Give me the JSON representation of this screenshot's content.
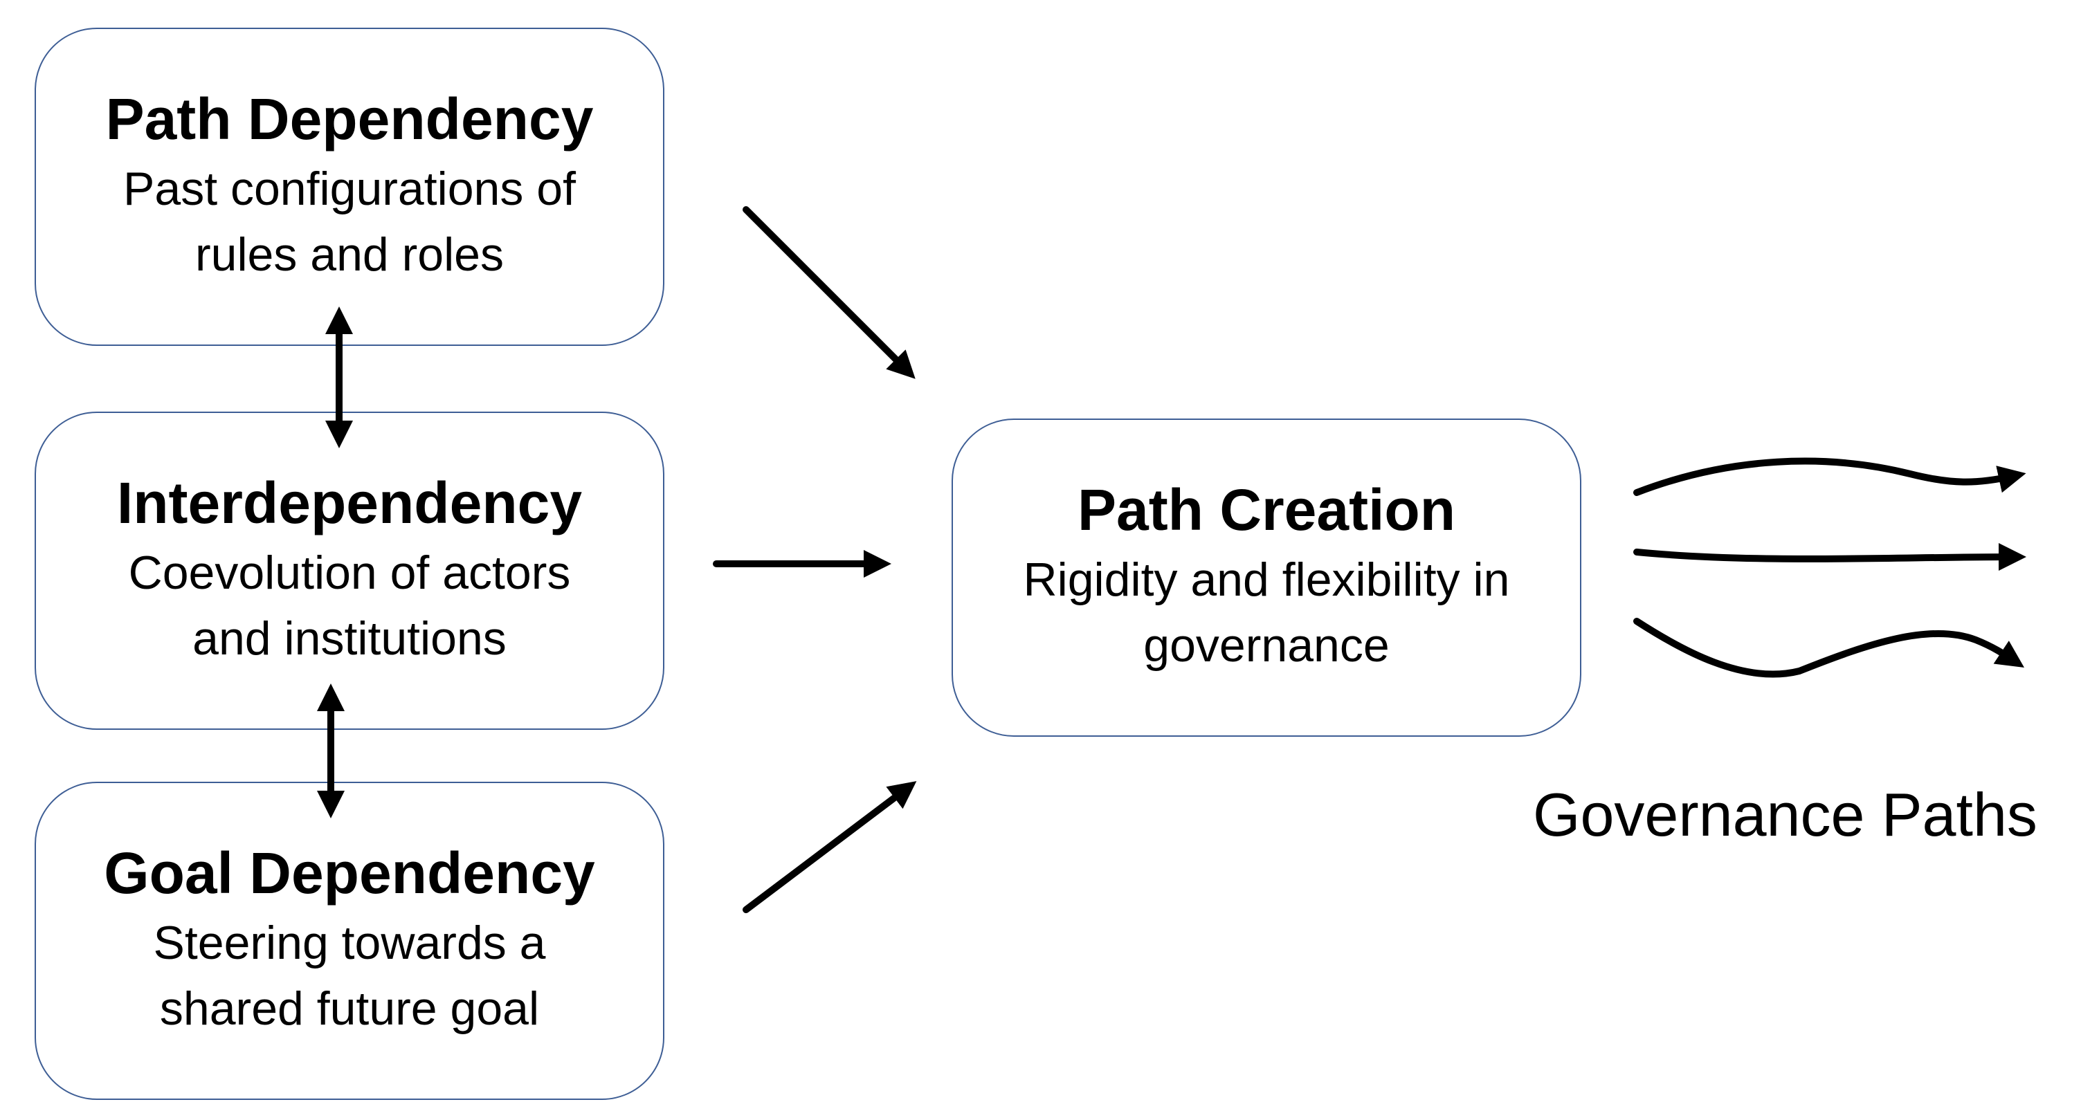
{
  "nodes": {
    "path_dependency": {
      "title": "Path Dependency",
      "subtitle": "Past configurations of\nrules and roles"
    },
    "interdependency": {
      "title": "Interdependency",
      "subtitle": "Coevolution of actors\nand institutions"
    },
    "goal_dependency": {
      "title": "Goal Dependency",
      "subtitle": "Steering towards a\nshared future goal"
    },
    "path_creation": {
      "title": "Path Creation",
      "subtitle": "Rigidity and flexibility in\ngovernance"
    }
  },
  "outputs_label": "Governance Paths",
  "edges": [
    {
      "from": "path_dependency",
      "to": "interdependency",
      "type": "bidirectional"
    },
    {
      "from": "interdependency",
      "to": "goal_dependency",
      "type": "bidirectional"
    },
    {
      "from": "path_dependency",
      "to": "path_creation",
      "type": "directed"
    },
    {
      "from": "interdependency",
      "to": "path_creation",
      "type": "directed"
    },
    {
      "from": "goal_dependency",
      "to": "path_creation",
      "type": "directed"
    },
    {
      "from": "path_creation",
      "to": "governance_paths",
      "type": "directed",
      "count": 3
    }
  ],
  "colors": {
    "box_border": "#3e5e95",
    "arrow": "#000000"
  }
}
